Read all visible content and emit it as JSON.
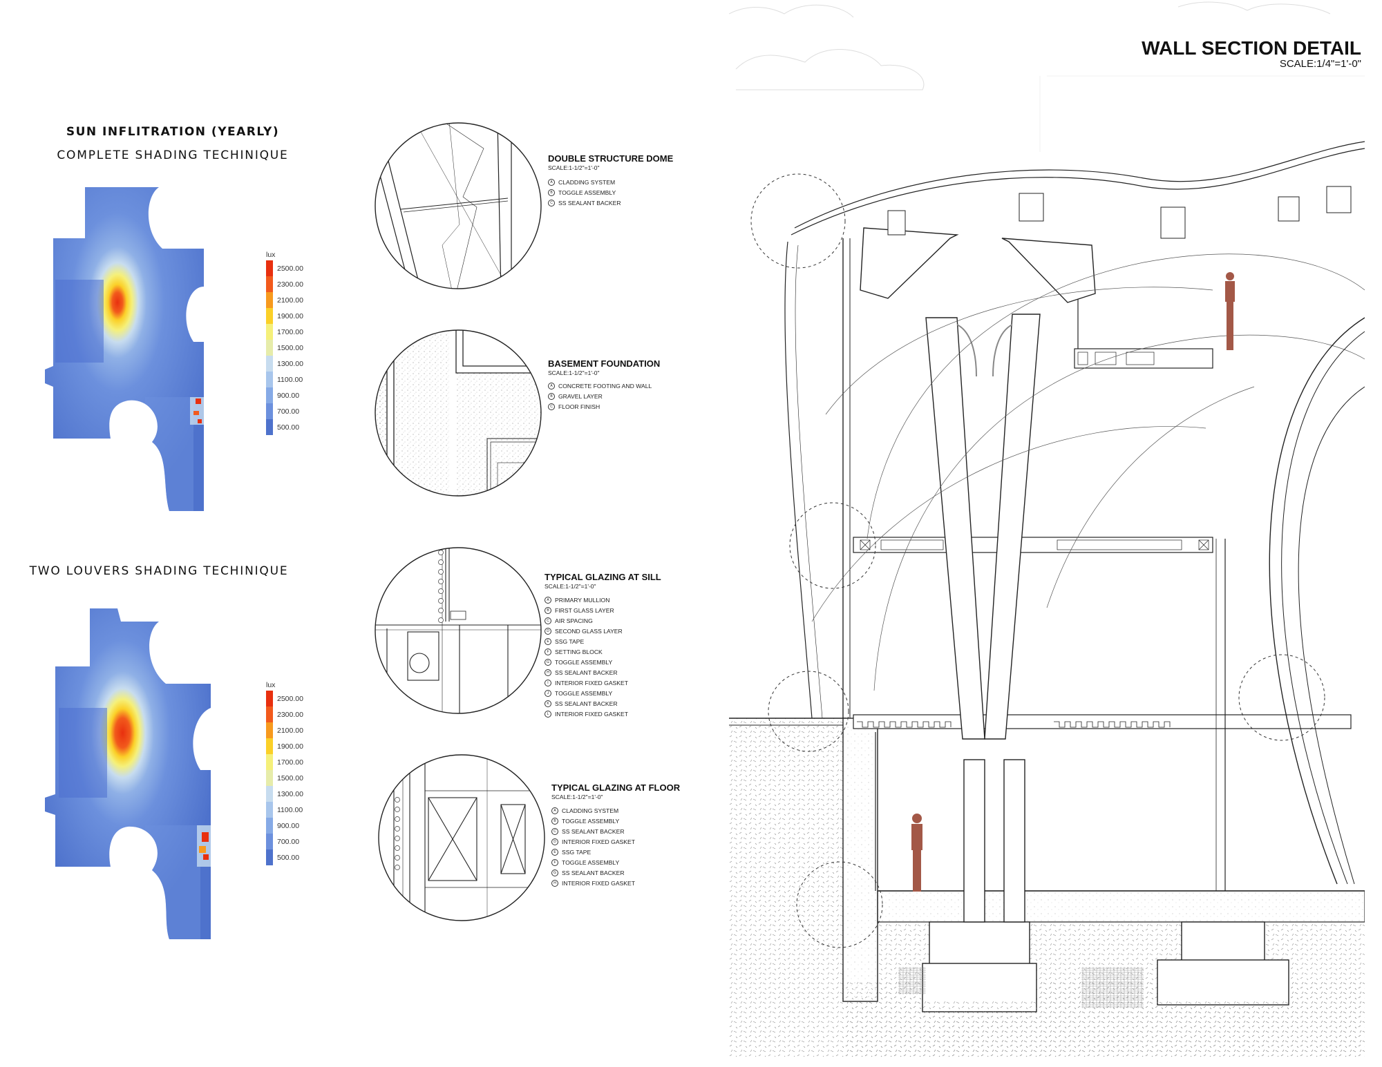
{
  "sun": {
    "title": "SUN INFLITRATION (YEARLY)",
    "subtitle_complete": "COMPLETE SHADING TECHINIQUE",
    "subtitle_louvers": "TWO LOUVERS SHADING TECHINIQUE"
  },
  "legend": {
    "unit": "lux",
    "values": [
      "2500.00",
      "2300.00",
      "2100.00",
      "1900.00",
      "1700.00",
      "1500.00",
      "1300.00",
      "1100.00",
      "900.00",
      "700.00",
      "500.00"
    ],
    "colors": [
      "#e8300f",
      "#f25a1c",
      "#f79a1e",
      "#fbd028",
      "#f5f07a",
      "#e6ecaa",
      "#c7dcef",
      "#a8c6ec",
      "#86aae6",
      "#6c90dd",
      "#4e72cc"
    ]
  },
  "details": [
    {
      "title": "DOUBLE STRUCTURE DOME",
      "scale": "SCALE:1-1/2\"=1'-0\"",
      "items": [
        {
          "k": "A",
          "t": "CLADDING SYSTEM"
        },
        {
          "k": "B",
          "t": "TOGGLE ASSEMBLY"
        },
        {
          "k": "C",
          "t": "SS SEALANT BACKER"
        }
      ]
    },
    {
      "title": "BASEMENT FOUNDATION",
      "scale": "SCALE:1-1/2\"=1'-0\"",
      "items": [
        {
          "k": "A",
          "t": "CONCRETE FOOTING AND WALL"
        },
        {
          "k": "B",
          "t": "GRAVEL LAYER"
        },
        {
          "k": "C",
          "t": "FLOOR FINISH"
        }
      ]
    },
    {
      "title": "TYPICAL GLAZING AT SILL",
      "scale": "SCALE:1-1/2\"=1'-0\"",
      "items": [
        {
          "k": "A",
          "t": "PRIMARY MULLION"
        },
        {
          "k": "B",
          "t": "FIRST GLASS LAYER"
        },
        {
          "k": "C",
          "t": "AIR SPACING"
        },
        {
          "k": "D",
          "t": "SECOND GLASS LAYER"
        },
        {
          "k": "E",
          "t": "SSG TAPE"
        },
        {
          "k": "F",
          "t": "SETTING BLOCK"
        },
        {
          "k": "G",
          "t": "TOGGLE ASSEMBLY"
        },
        {
          "k": "H",
          "t": "SS SEALANT BACKER"
        },
        {
          "k": "I",
          "t": "INTERIOR FIXED GASKET"
        },
        {
          "k": "J",
          "t": "TOGGLE ASSEMBLY"
        },
        {
          "k": "K",
          "t": "SS SEALANT BACKER"
        },
        {
          "k": "L",
          "t": "INTERIOR FIXED GASKET"
        }
      ]
    },
    {
      "title": "TYPICAL GLAZING AT FLOOR",
      "scale": "SCALE:1-1/2\"=1'-0\"",
      "items": [
        {
          "k": "A",
          "t": "CLADDING SYSTEM"
        },
        {
          "k": "B",
          "t": "TOGGLE ASSEMBLY"
        },
        {
          "k": "C",
          "t": "SS SEALANT BACKER"
        },
        {
          "k": "D",
          "t": "INTERIOR FIXED GASKET"
        },
        {
          "k": "E",
          "t": "SSG TAPE"
        },
        {
          "k": "F",
          "t": "TOGGLE ASSEMBLY"
        },
        {
          "k": "G",
          "t": "SS SEALANT BACKER"
        },
        {
          "k": "H",
          "t": "INTERIOR FIXED GASKET"
        }
      ]
    }
  ],
  "wall_section": {
    "title": "WALL SECTION DETAIL",
    "scale": "SCALE:1/4\"=1'-0\""
  }
}
